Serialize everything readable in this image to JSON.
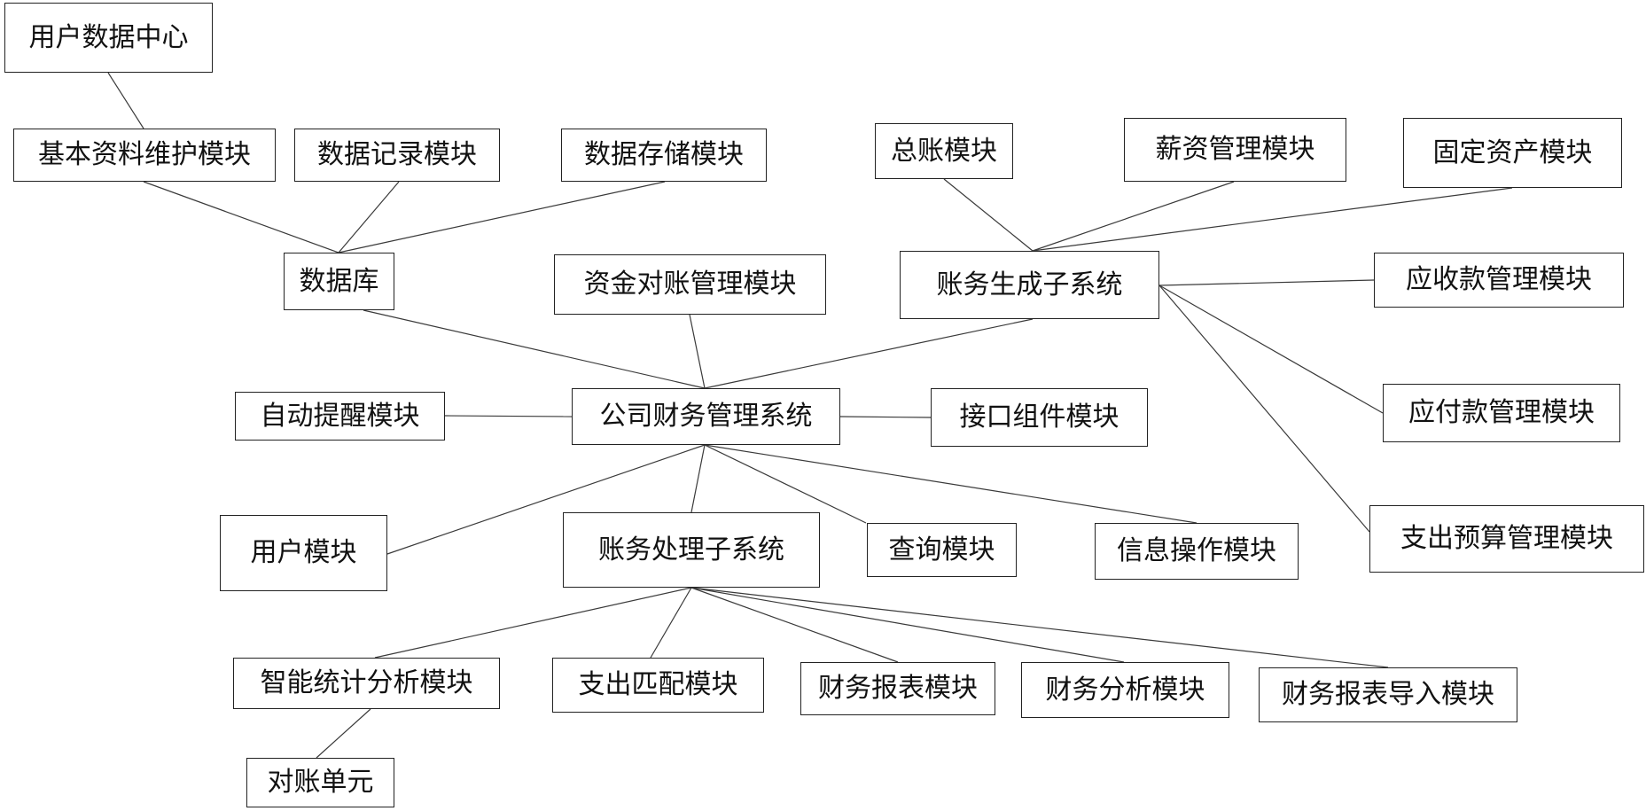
{
  "diagram": {
    "nodes": {
      "user_data_center": "用户数据中心",
      "basic_info": "基本资料维护模块",
      "data_record": "数据记录模块",
      "data_storage": "数据存储模块",
      "database": "数据库",
      "fund_reconcile": "资金对账管理模块",
      "general_ledger": "总账模块",
      "payroll": "薪资管理模块",
      "fixed_assets": "固定资产模块",
      "account_gen": "账务生成子系统",
      "receivables": "应收款管理模块",
      "payables": "应付款管理模块",
      "budget": "支出预算管理模块",
      "auto_remind": "自动提醒模块",
      "main_system": "公司财务管理系统",
      "interface": "接口组件模块",
      "user_module": "用户模块",
      "account_proc": "账务处理子系统",
      "query": "查询模块",
      "info_ops": "信息操作模块",
      "stats_analysis": "智能统计分析模块",
      "expense_match": "支出匹配模块",
      "fin_report": "财务报表模块",
      "fin_analysis": "财务分析模块",
      "report_import": "财务报表导入模块",
      "reconcile_unit": "对账单元"
    }
  }
}
